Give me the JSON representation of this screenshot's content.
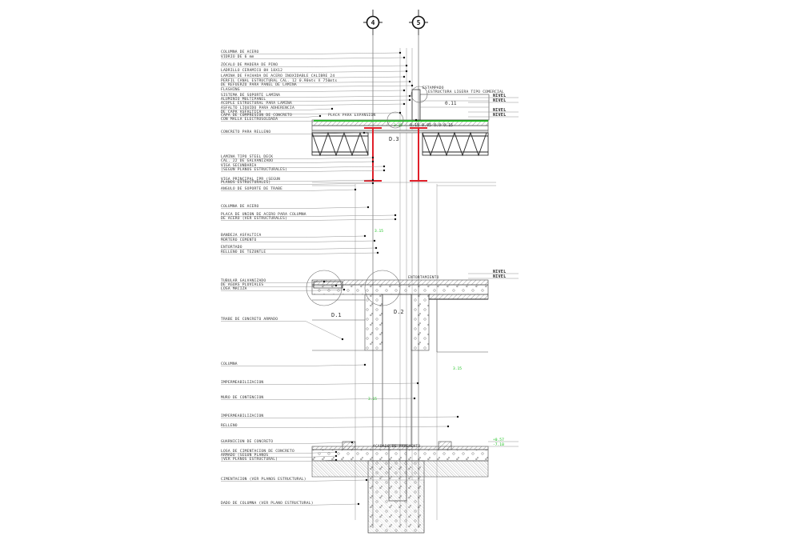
{
  "axis_markers": [
    "4",
    "5"
  ],
  "labels_left": [
    "COLUMNA DE ACERO",
    "VIDRIO DE 6 mm",
    "ZÓCALO DE MADERA DE PINO",
    "LADRILLO CERAMICO 8H 18X12",
    "LAMINA DE FACHADA DE ACERO INOXIDABLE CALIBRE 24",
    "PERFIL CANAL ESTRUCTURAL CAL. 12 0.90mts X 750mts",
    "DE REFUERZO PARA PANEL DE LAMINA",
    "FLASHING",
    "SISTEMA DE SOPORTE LAMINA",
    "ALUMINIO MULTIPANEL",
    "ACOPLE ESTRUCTURAL PARA LAMINA",
    "ASFALTO LIQUIDO PARA ADHERENCIA",
    "DE CAPA ASFALTICA",
    "CAPA DE COMPRESION DE CONCRETO",
    "CON MALLA ELECTROSOLDADA",
    "CONCRETO PARA RELLENO",
    "LAMINA TIPO STEEL DECK",
    "CAL. 22 DE GALVANIZADO",
    "VIGA SECUNDARIA",
    "(SEGUN PLANOS ESTRUCTURALES)",
    "VIGA PRINCIPAL IPR (SEGUN",
    "PLANOS ESTRUCTURALES)",
    "ANGULO DE SOPORTE DE TRABE",
    "COLUMNA DE ACERO",
    "PLACA DE UNION DE ACERO PARA COLUMNA",
    "DE ACERO (VER ESTRUCTURALES)",
    "BANDEJA ASFALTICA",
    "MORTERO CEMENTO",
    "ENTORTADO",
    "RELLENO DE TEZONTLE",
    "TUBULAR GALVANIZADO",
    "DE AGUAS PLUVIALES",
    "LOSA MACIZA",
    "TRABE DE CONCRETO ARMADO",
    "COLUMNA",
    "IMPERMEABILIZACION",
    "MURO DE CONTENCION",
    "IMPERMEABILIZACION",
    "RELLENO",
    "GUARNICION DE CONCRETO",
    "LOSA DE CIMENTACION DE CONCRETO",
    "ARMADO (SEGUN PLANOS",
    "(VER PLANOS ESTRUCTURAL)",
    "CIMENTACION (VER PLANOS ESTRUCTURAL)",
    "DADO DE COLUMNA (VER PLANO ESTRUCTURAL)"
  ],
  "labels_inline": {
    "placa": "PLACA PARA EXPANSION",
    "estructura": "ESTRUCTURA LIGERA TIPO COMERCIAL",
    "estampado": "ESTAMPADO",
    "entortamiento": "ENTORTAMIENTO",
    "dimension_11": "0.11",
    "dims_row": "0.15  0.05  0.0  0.15",
    "acabado": "ACABADO DE PAVIMENTO"
  },
  "detail_marks": [
    "D.3",
    "D.2",
    "D.1"
  ],
  "levels_right": [
    "NIVEL",
    "NIVEL",
    "NIVEL",
    "NIVEL",
    "NIVEL",
    "NIVEL"
  ],
  "dims_green": [
    "3.15",
    "3.15",
    "3.15",
    "3.15"
  ],
  "level_values": [
    "+0.57",
    "-7.10"
  ]
}
